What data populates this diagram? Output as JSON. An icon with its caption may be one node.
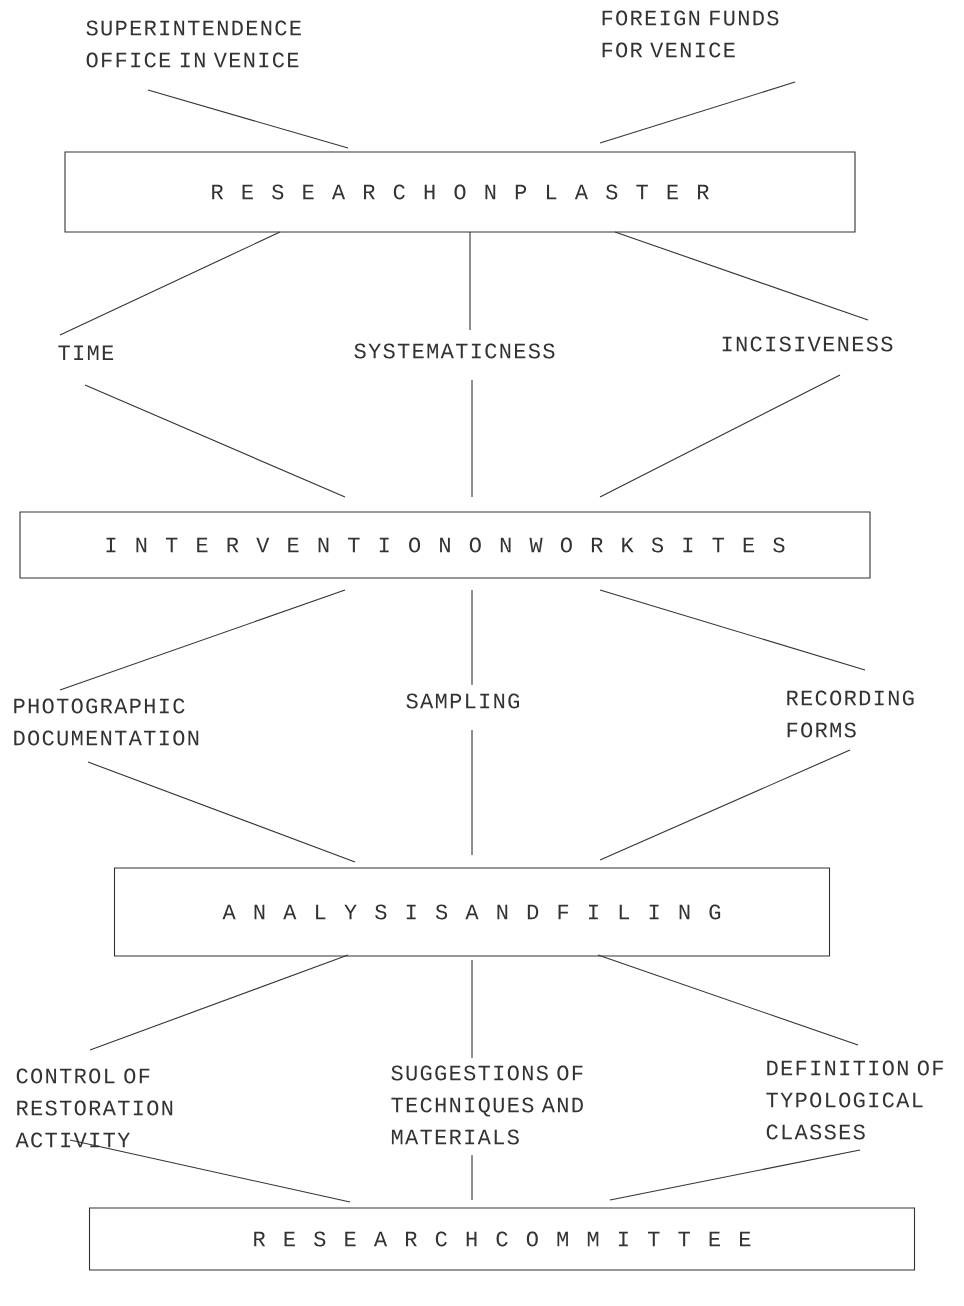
{
  "diagram": {
    "nodes": [
      {
        "text": [
          "SUPERINTENDENCE OFFICE IN VENICE"
        ]
      },
      {
        "text": [
          "FOREIGN FUNDS FOR VENICE"
        ]
      },
      {
        "text": [
          "R E S E A R C H  O N  P L A S T E R"
        ]
      },
      {
        "text": [
          "TIME"
        ]
      },
      {
        "text": [
          "SYSTEMATICNESS"
        ]
      },
      {
        "text": [
          "INCISIVENESS"
        ]
      },
      {
        "text": [
          "I N T E R V E N T I O N  O N  W O R K S I T E S"
        ]
      },
      {
        "text": [
          "PHOTOGRAPHIC DOCUMENTATION"
        ]
      },
      {
        "text": [
          "SAMPLING"
        ]
      },
      {
        "text": [
          "RECORDING FORMS"
        ]
      },
      {
        "text": [
          "A N A L Y S I S  A N D  F I L I N G"
        ]
      },
      {
        "text": [
          "CONTROL OF RESTORATION ACTIVITY"
        ]
      },
      {
        "text": [
          "SUGGESTIONS OF TECHNIQUES AND MATERIALS"
        ]
      },
      {
        "text": [
          "DEFINITION OF TYPOLOGICAL CLASSES"
        ]
      },
      {
        "text": [
          "R E S E A R C H  C O M M I T T E E"
        ]
      }
    ],
    "edges": [
      {
        "from": 0,
        "to": 2,
        "arrow": "none"
      },
      {
        "from": 1,
        "to": 2,
        "arrow": "none"
      },
      {
        "from": 2,
        "to": 3,
        "arrow": "none"
      },
      {
        "from": 2,
        "to": 4,
        "arrow": "none"
      },
      {
        "from": 2,
        "to": 5,
        "arrow": "none"
      },
      {
        "from": 3,
        "to": 6,
        "arrow": "none"
      },
      {
        "from": 4,
        "to": 6,
        "arrow": "none"
      },
      {
        "from": 5,
        "to": 6,
        "arrow": "none"
      },
      {
        "from": 6,
        "to": 7,
        "arrow": "none"
      },
      {
        "from": 6,
        "to": 8,
        "arrow": "none"
      },
      {
        "from": 6,
        "to": 9,
        "arrow": "none"
      },
      {
        "from": 7,
        "to": 10,
        "arrow": "none"
      },
      {
        "from": 8,
        "to": 10,
        "arrow": "none"
      },
      {
        "from": 9,
        "to": 10,
        "arrow": "none"
      },
      {
        "from": 10,
        "to": 11,
        "arrow": "none"
      },
      {
        "from": 10,
        "to": 12,
        "arrow": "none"
      },
      {
        "from": 10,
        "to": 13,
        "arrow": "none"
      },
      {
        "from": 11,
        "to": 14,
        "arrow": "none"
      },
      {
        "from": 12,
        "to": 14,
        "arrow": "none"
      },
      {
        "from": 13,
        "to": 14,
        "arrow": "none"
      }
    ]
  }
}
